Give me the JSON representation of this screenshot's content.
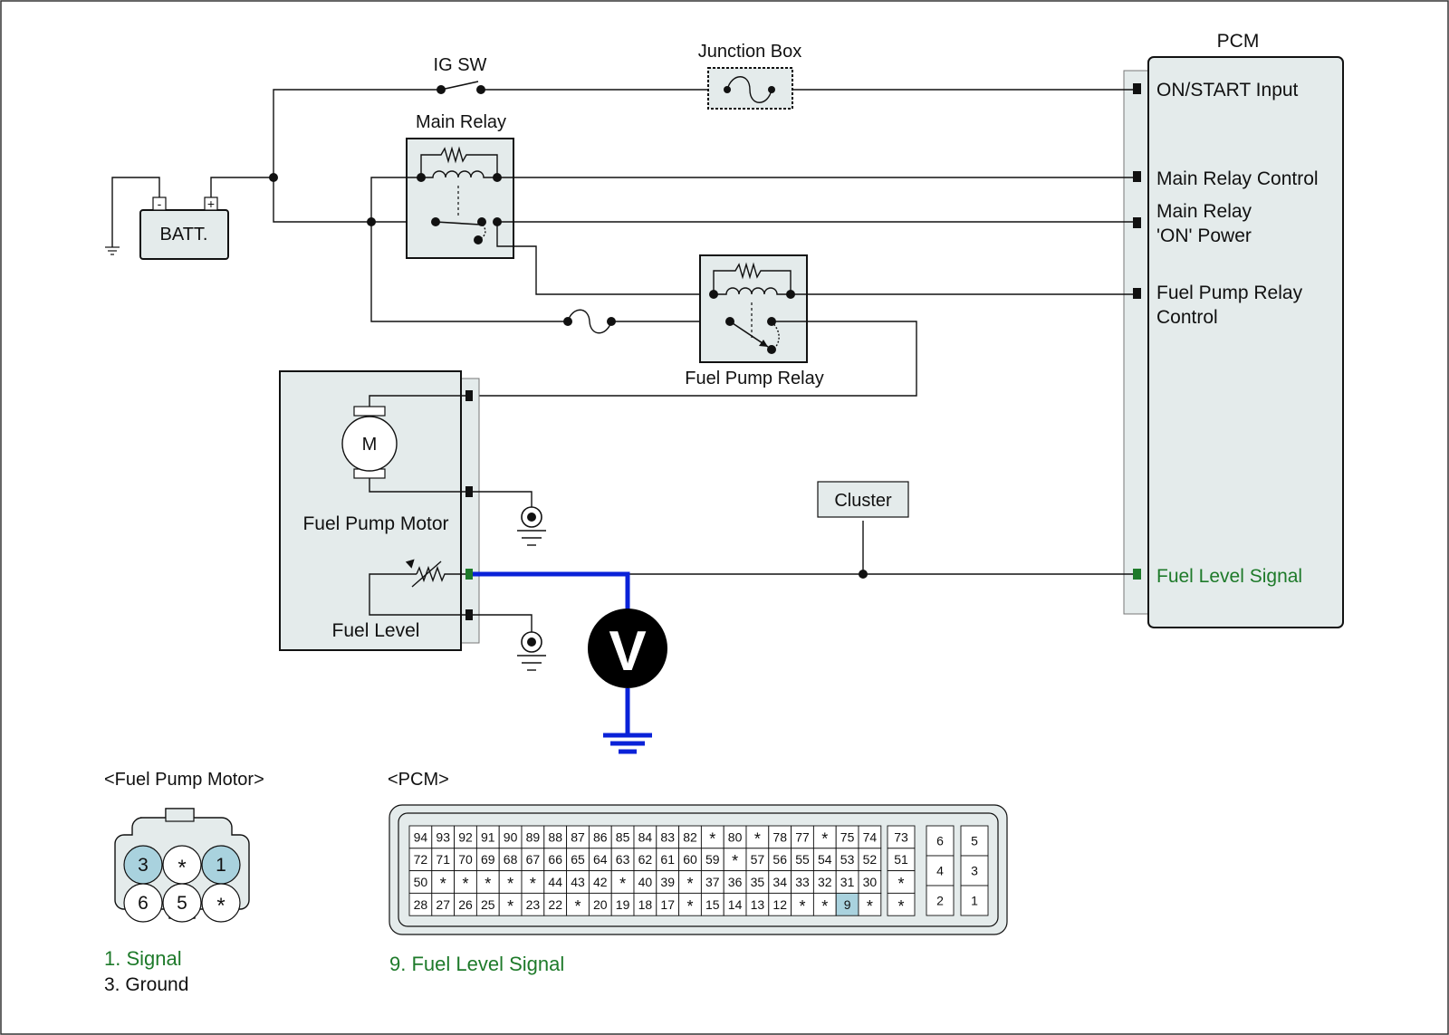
{
  "labels": {
    "ig_sw": "IG SW",
    "junction_box": "Junction Box",
    "pcm": "PCM",
    "main_relay": "Main Relay",
    "batt": "BATT.",
    "batt_neg": "-",
    "batt_pos": "+",
    "fuel_pump_relay": "Fuel Pump Relay",
    "motor_symbol": "M",
    "fuel_pump_motor": "Fuel Pump Motor",
    "fuel_level": "Fuel Level",
    "cluster": "Cluster",
    "voltmeter": "V"
  },
  "pcm_pins": [
    {
      "line1": "ON/START Input",
      "line2": ""
    },
    {
      "line1": "Main Relay Control",
      "line2": ""
    },
    {
      "line1": "Main Relay",
      "line2": "'ON' Power"
    },
    {
      "line1": "Fuel Pump Relay",
      "line2": "Control"
    },
    {
      "line1": "Fuel Level Signal",
      "line2": ""
    }
  ],
  "connectors": {
    "fuel_pump_motor": {
      "title": "<Fuel Pump Motor>",
      "pins": [
        "3",
        "*",
        "1",
        "6",
        "5",
        "*"
      ],
      "highlighted": [
        "3",
        "1"
      ],
      "legend": [
        {
          "text": "1. Signal",
          "highlight": true
        },
        {
          "text": "3. Ground",
          "highlight": false
        }
      ]
    },
    "pcm": {
      "title": "<PCM>",
      "main_rows": [
        [
          "94",
          "93",
          "92",
          "91",
          "90",
          "89",
          "88",
          "87",
          "86",
          "85",
          "84",
          "83",
          "82",
          "*",
          "80",
          "*",
          "78",
          "77",
          "*",
          "75",
          "74"
        ],
        [
          "72",
          "71",
          "70",
          "69",
          "68",
          "67",
          "66",
          "65",
          "64",
          "63",
          "62",
          "61",
          "60",
          "59",
          "*",
          "57",
          "56",
          "55",
          "54",
          "53",
          "52"
        ],
        [
          "50",
          "*",
          "*",
          "*",
          "*",
          "*",
          "44",
          "43",
          "42",
          "*",
          "40",
          "39",
          "*",
          "37",
          "36",
          "35",
          "34",
          "33",
          "32",
          "31",
          "30"
        ],
        [
          "28",
          "27",
          "26",
          "25",
          "*",
          "23",
          "22",
          "*",
          "20",
          "19",
          "18",
          "17",
          "*",
          "15",
          "14",
          "13",
          "12",
          "*",
          "*",
          "9",
          "*"
        ]
      ],
      "side_column": [
        "73",
        "51",
        "*",
        "*"
      ],
      "right_block": [
        [
          "6",
          "5"
        ],
        [
          "4",
          "3"
        ],
        [
          "2",
          "1"
        ]
      ],
      "highlighted": [
        "9"
      ],
      "legend": [
        {
          "text": "9. Fuel Level Signal",
          "highlight": true
        }
      ]
    }
  },
  "colors": {
    "signal_green": "#1e7a2a",
    "probe_blue": "#0a22d8",
    "highlight_pin": "#a9d2de",
    "component_fill": "#e4ebeb"
  }
}
